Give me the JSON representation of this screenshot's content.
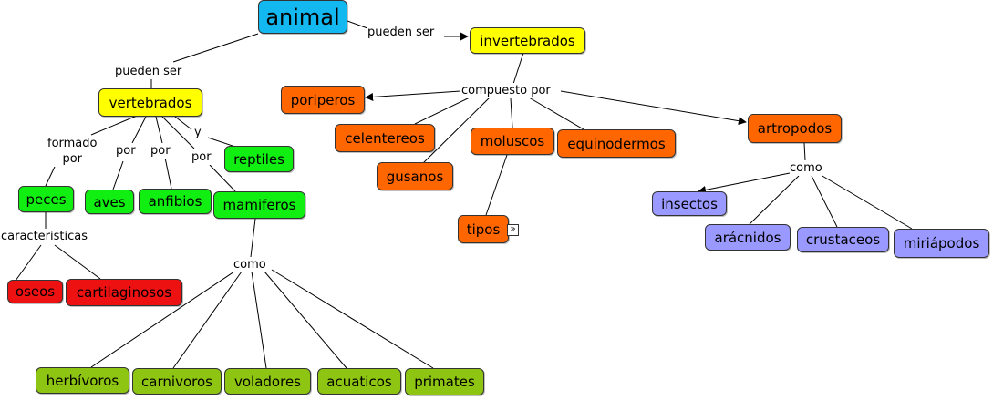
{
  "colors": {
    "root": "#14b8f0",
    "group": "#ffff00",
    "vertebrate_class": "#11ee11",
    "mammal_type": "#8ec512",
    "fish_type": "#ee1111",
    "invertebrate_group": "#ff6600",
    "arthropod_class": "#9999ff"
  },
  "nodes": {
    "animal": "animal",
    "vertebrados": "vertebrados",
    "invertebrados": "invertebrados",
    "peces": "peces",
    "aves": "aves",
    "anfibios": "anfibios",
    "mamiferos": "mamiferos",
    "reptiles": "reptiles",
    "oseos": "oseos",
    "cartilaginosos": "cartilaginosos",
    "herbivoros": "herbívoros",
    "carnivoros": "carnivoros",
    "voladores": "voladores",
    "acuaticos": "acuaticos",
    "primates": "primates",
    "poriperos": "poriperos",
    "celentereos": "celentereos",
    "gusanos": "gusanos",
    "moluscos": "moluscos",
    "equinodermos": "equinodermos",
    "tipos": "tipos",
    "artropodos": "artropodos",
    "insectos": "insectos",
    "aracnidos": "arácnidos",
    "crustaceos": "crustaceos",
    "miriapodos": "miriápodos"
  },
  "link_labels": {
    "pueden_ser_left": "pueden ser",
    "pueden_ser_right": "pueden ser",
    "formado_por": "formado\npor",
    "por_aves": "por",
    "por_anfibios": "por",
    "por_mamiferos": "por",
    "y_reptiles": "y",
    "caracteristicas": "caracteristicas",
    "como_mamiferos": "como",
    "compuesto_por": "compuesto por",
    "como_artropodos": "como"
  },
  "icons": {
    "tipos_expand": "expand-double-chevron-icon"
  }
}
